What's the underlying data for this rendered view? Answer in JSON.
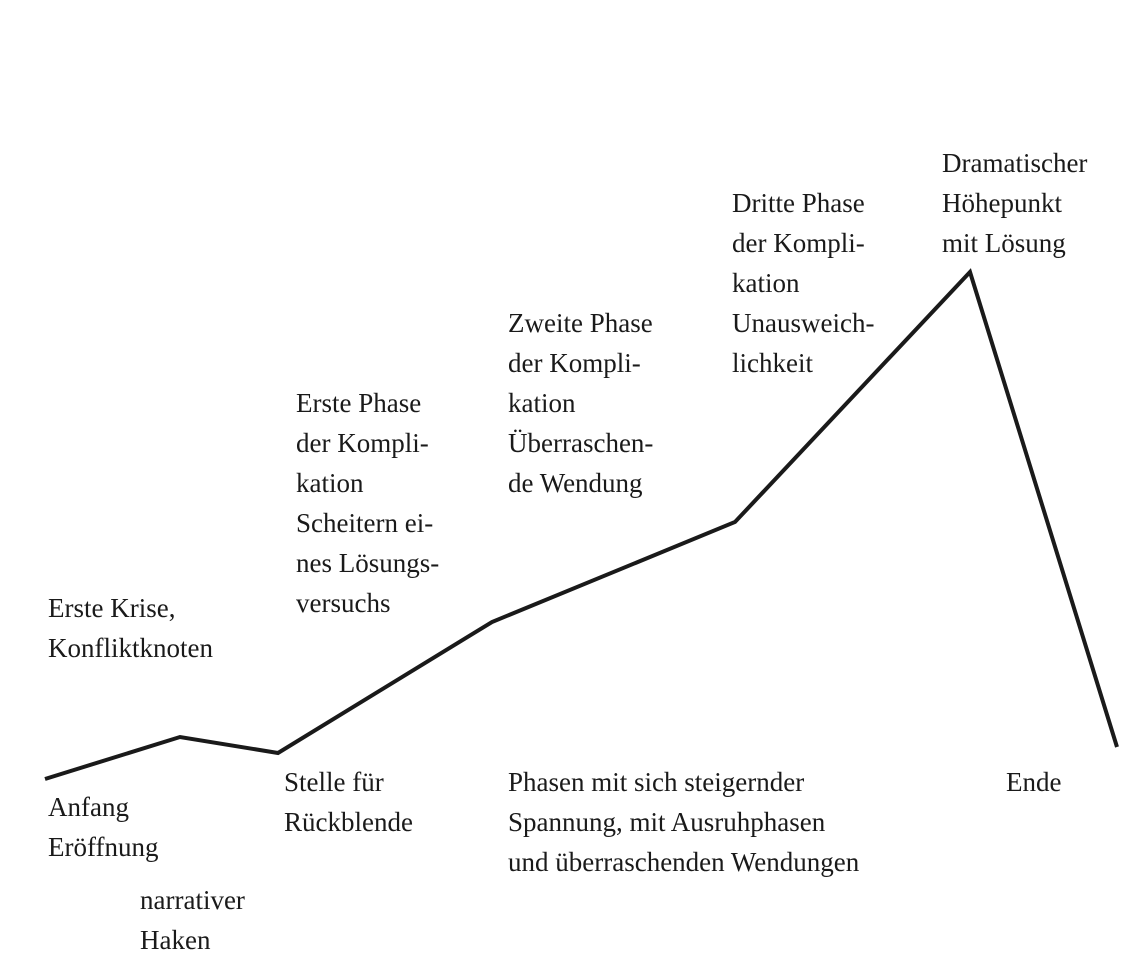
{
  "labels": {
    "erste_krise": [
      "Erste Krise,",
      "Konfliktknoten"
    ],
    "erste_phase": [
      "Erste Phase",
      "der Kompli-",
      "kation",
      "Scheitern ei-",
      "nes Lösungs-",
      "versuchs"
    ],
    "zweite_phase": [
      "Zweite Phase",
      "der Kompli-",
      "kation",
      "Überraschen-",
      "de Wendung"
    ],
    "dritte_phase": [
      "Dritte Phase",
      "der Kompli-",
      "kation",
      "Unausweich-",
      "lichkeit"
    ],
    "hoehepunkt": [
      "Dramatischer",
      "Höhepunkt",
      "mit Lösung"
    ],
    "anfang": [
      "Anfang",
      "Eröffnung"
    ],
    "haken": [
      "narrativer",
      "Haken"
    ],
    "rueckblende": [
      "Stelle für",
      "Rückblende"
    ],
    "phasen": [
      "Phasen mit sich steigernder",
      "Spannung, mit Ausruhphasen",
      "und überraschenden Wendungen"
    ],
    "ende": [
      "Ende"
    ]
  },
  "colors": {
    "line": "#1a1a1a",
    "text": "#1a1a1a",
    "background": "#ffffff"
  }
}
